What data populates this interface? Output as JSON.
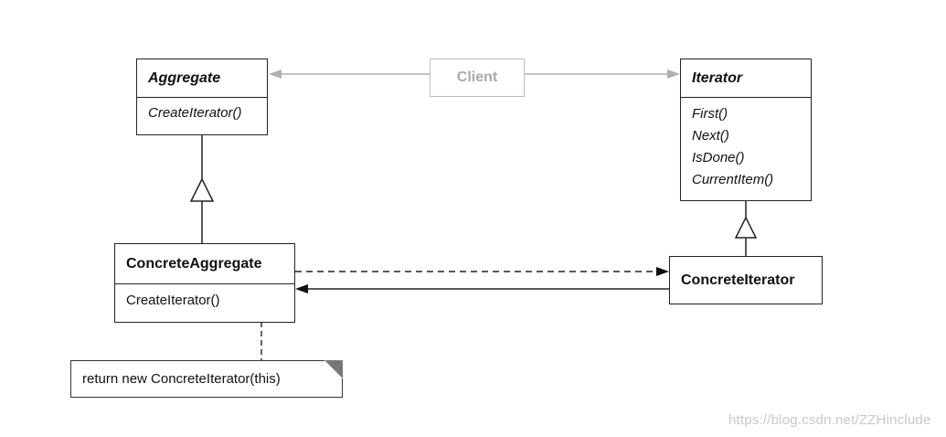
{
  "client": {
    "label": "Client"
  },
  "aggregate": {
    "name": "Aggregate",
    "operations": [
      "CreateIterator()"
    ]
  },
  "iterator": {
    "name": "Iterator",
    "operations": [
      "First()",
      "Next()",
      "IsDone()",
      "CurrentItem()"
    ]
  },
  "concrete_aggregate": {
    "name": "ConcreteAggregate",
    "operations": [
      "CreateIterator()"
    ]
  },
  "concrete_iterator": {
    "name": "ConcreteIterator"
  },
  "note": {
    "text": "return new ConcreteIterator(this)"
  },
  "watermark": "https://blog.csdn.net/ZZHinclude",
  "colors": {
    "line": "#222222",
    "client_gray": "#b0b0b0",
    "watermark": "#c8c8c8"
  }
}
